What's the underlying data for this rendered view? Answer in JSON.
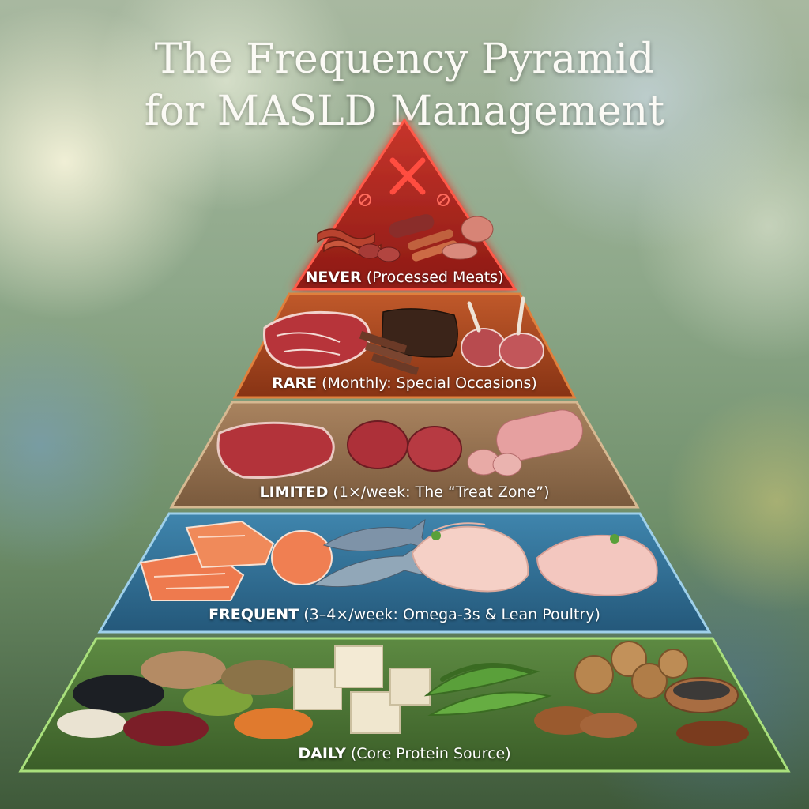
{
  "title": {
    "line1": "The Frequency Pyramid",
    "line2": "for MASLD Management"
  },
  "tiers": [
    {
      "name": "NEVER",
      "detail": "(Processed Meats)",
      "color": "#b3261e",
      "foods": [
        "bacon",
        "salami",
        "sausages",
        "bologna"
      ]
    },
    {
      "name": "RARE",
      "detail": "(Monthly: Special Occasions)",
      "color": "#a8461a",
      "foods": [
        "marbled steak",
        "brisket",
        "lamb chops"
      ]
    },
    {
      "name": "LIMITED",
      "detail": "(1×/week: The “Treat Zone”)",
      "color": "#8a6a4a",
      "foods": [
        "steak",
        "beef medallions",
        "pork tenderloin"
      ]
    },
    {
      "name": "FREQUENT",
      "detail": "(3–4×/week: Omega-3s & Lean Poultry)",
      "color": "#2f6d93",
      "foods": [
        "salmon",
        "sardines",
        "chicken breast",
        "turkey breast"
      ]
    },
    {
      "name": "DAILY",
      "detail": "(Core Protein Source)",
      "color": "#4f7a36",
      "foods": [
        "beans",
        "lentils",
        "tofu",
        "edamame",
        "walnuts",
        "almonds",
        "chia seeds",
        "flaxseed"
      ]
    }
  ],
  "icons": {
    "top": "x-icon",
    "prohibited": "no-sign-icon"
  }
}
